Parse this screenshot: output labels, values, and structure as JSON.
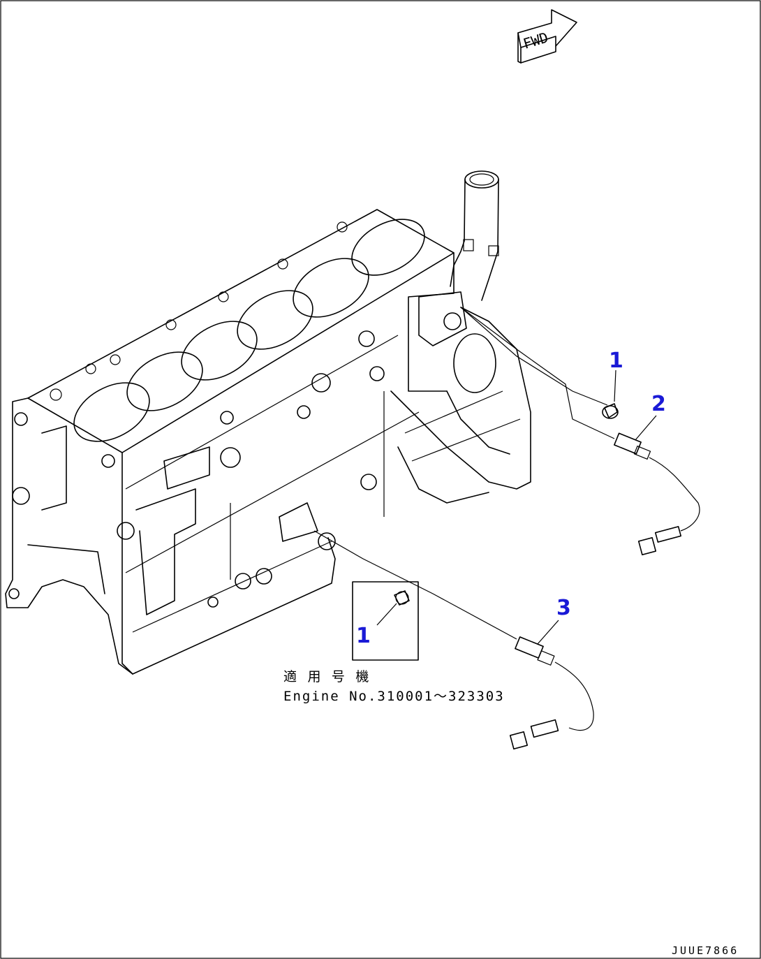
{
  "fwd_arrow": {
    "label": "FWD"
  },
  "callouts": {
    "c1_right": "1",
    "c2": "2",
    "c3": "3",
    "c1_inset": "1"
  },
  "note": {
    "line1": "適 用 号 機",
    "line2": "Engine No.310001〜323303"
  },
  "drawing_code": "JUUE7866"
}
